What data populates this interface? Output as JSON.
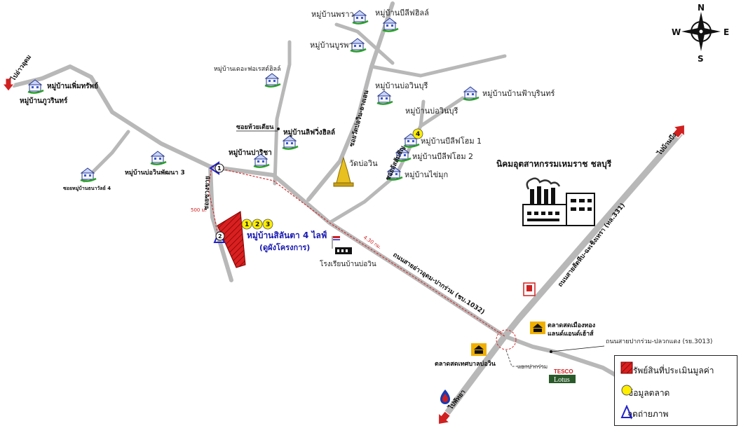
{
  "compass": {
    "n": "N",
    "s": "S",
    "e": "E",
    "w": "W"
  },
  "villages": [
    "หมู่บ้านพราว",
    "หมู่บ้านบีลีฟฮิลล์",
    "หมู่บ้านบูรพา",
    "หมู่บ้านเดอะฟอเรสต์ฮิลล์",
    "หมู่บ้านบ่อวินบุรี",
    "หมู่บ้านบ้านฟ้าบุรินทร์",
    "หมู่บ้านเพิ่มทรัพย์",
    "หมู่บ้านภูวรินทร์",
    "หมู่บ้านบ่อวินบุรี",
    "หมู่บ้านลิฟวิ่งฮิลล์",
    "หมู่บ้านบีลีฟโฮม 1",
    "หมู่บ้านบีลีฟโฮม 2",
    "หมู่บ้านปาริชา",
    "หมู่บ้านไข่มุก",
    "หมู่บ้านบ่อวินพัฒนา 3",
    "ซอยหมู่บ้านธนาวัลย์ 4"
  ],
  "roads": {
    "soi_huai_tian": "ซอยห้วยเตียน",
    "soi_wat_bowin": "ซอยวัดบ่อวิน-ยางเอน",
    "soi_left": "ซอยอัสสัมชัญ",
    "soi_site": "ซอยซางขาย",
    "main_road": "ถนนสายอ่าวอุดม-ปากร่วม (ชบ.1032)",
    "hwy_331": "ถนนสายสัตหีบ-ฉะเชิงเทรา (ทล.331)",
    "road_3013": "ถนนสายปากร่วม-ปลวกแดง (รย.3013)",
    "to_ao_udom": "ไปอ่าวอุดม",
    "to_ban_bueng": "ไปบ้านบึง",
    "to_pattaya": "ไปพัทยา",
    "junction": "แยกปากร่วม"
  },
  "distances": {
    "site": "500 ม.",
    "main": "4.30 กม."
  },
  "landmarks": {
    "temple": "วัดบ่อวิน",
    "school": "โรงเรียนบ้านบ่อวิน",
    "industrial": "นิคมอุตสาหกรรมเหมราช ชลบุรี",
    "market_muang_thong": "ตลาดสดเมืองทอง\nแลนด์แอนด์เฮ้าส์",
    "market_thesaban": "ตลาดสดเทศบาลบ่อวิน",
    "tesco": "TESCO",
    "lotus": "Lotus"
  },
  "subject": {
    "name": "หมู่บ้านสิลันตา 4 ไลฟ์",
    "note": "(ดูผังโครงการ)",
    "markers": [
      "1",
      "2",
      "3"
    ]
  },
  "markers": {
    "market_4": "4",
    "photo_1": "1",
    "photo_2": "2"
  },
  "legend": {
    "property": "ทรัพย์สินที่ประเมินมูลค่า",
    "market_data": "ข้อมูลตลาด",
    "photo_point": "จุดถ่ายภาพ"
  },
  "colors": {
    "road": "#b8b8b8",
    "subject_fill": "#d92020",
    "marker_yellow": "#ffee00",
    "photo_blue": "#2222cc",
    "route_red": "#d83030",
    "title_blue": "#1a1ab0"
  }
}
